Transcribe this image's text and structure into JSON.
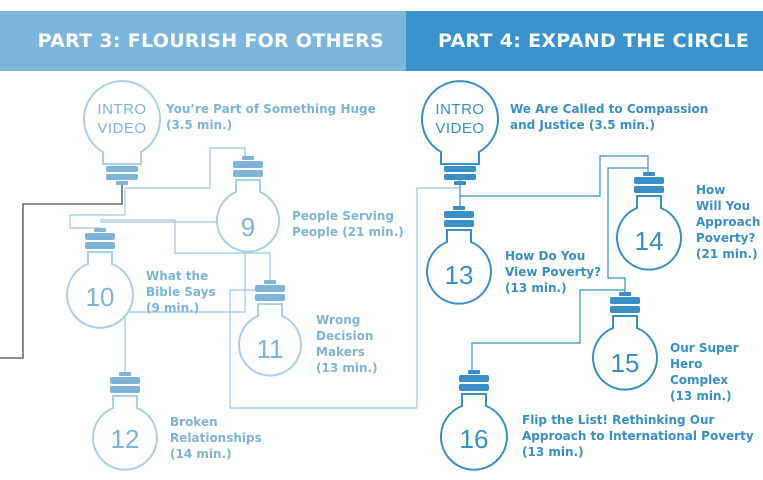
{
  "parts": [
    {
      "title": "PART 3: FLOURISH FOR OTHERS"
    },
    {
      "title": "PART 4: EXPAND THE CIRCLE"
    }
  ],
  "colors": {
    "part3": "#7db6dd",
    "part4": "#3a93cc",
    "wire_dark": "#4a4a4a"
  },
  "sessions": [
    {
      "bulb": "INTRO\nVIDEO",
      "label": "You’re Part of Something Huge\n(3.5 min.)"
    },
    {
      "bulb": "9",
      "label": "People Serving\nPeople (21 min.)"
    },
    {
      "bulb": "10",
      "label": "What the\nBible Says\n(9 min.)"
    },
    {
      "bulb": "11",
      "label": "Wrong\nDecision\nMakers\n(13 min.)"
    },
    {
      "bulb": "12",
      "label": "Broken\nRelationships\n(14 min.)"
    },
    {
      "bulb": "INTRO\nVIDEO",
      "label": "We Are Called to Compassion\nand Justice (3.5 min.)"
    },
    {
      "bulb": "13",
      "label": "How Do You\nView Poverty?\n(13 min.)"
    },
    {
      "bulb": "14",
      "label": "How\nWill You\nApproach\nPoverty?\n(21 min.)"
    },
    {
      "bulb": "15",
      "label": "Our Super\nHero Complex\n(13 min.)"
    },
    {
      "bulb": "16",
      "label": "Flip the List! Rethinking Our\nApproach to International Poverty\n(13 min.)"
    }
  ]
}
